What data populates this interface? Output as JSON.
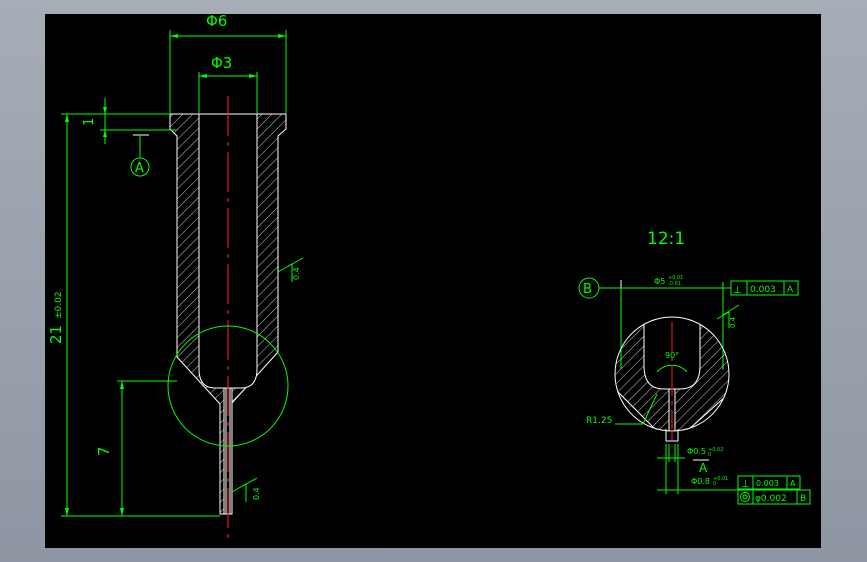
{
  "main_view": {
    "dim_outer_diameter": "Φ6",
    "dim_inner_diameter": "Φ3",
    "dim_flange_thickness": "1",
    "dim_total_length": "21",
    "dim_total_length_tolerance": "±0.02",
    "dim_tip_length": "7",
    "datum_a_label": "A",
    "roughness_upper": "0.4",
    "roughness_lower": "0.4"
  },
  "detail_view": {
    "scale": "12:1",
    "datum_b_label": "B",
    "dim_diameter_top": "Φ5",
    "dim_diameter_top_tol_upper": "+0.01",
    "dim_diameter_top_tol_lower": "-0.01",
    "angle": "90°",
    "radius": "R1.25",
    "roughness": "0.4",
    "dim_bore": "Φ0.5",
    "dim_bore_tol_upper": "+0.02",
    "dim_bore_tol_lower": "0",
    "datum_a_label": "A",
    "dim_tip_od": "Φ0.8",
    "dim_tip_od_tol_upper": "+0.01",
    "dim_tip_od_tol_lower": "0",
    "fcf_top": {
      "symbol": "⊥",
      "value": "0.003",
      "datum": "A"
    },
    "fcf_bottom_1": {
      "symbol": "⊥",
      "value": "0.003",
      "datum": "A"
    },
    "fcf_bottom_2": {
      "symbol": "◎",
      "value": "φ0.002",
      "datum": "B"
    }
  },
  "colors": {
    "dimension": "#00ff00",
    "outline": "#ffffff",
    "centerline": "#ff2020",
    "background": "#000000"
  }
}
